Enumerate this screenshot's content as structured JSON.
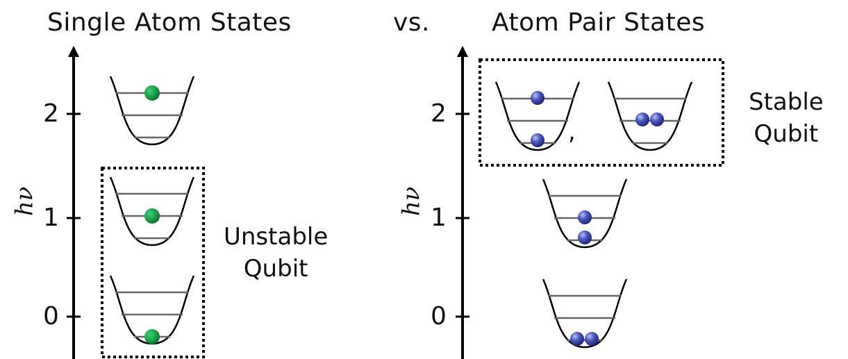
{
  "titles": {
    "left": "Single Atom States",
    "vs": "vs.",
    "right": "Atom Pair States"
  },
  "axis": {
    "label": "hν",
    "ticks": [
      "0",
      "1",
      "2"
    ]
  },
  "annotations": {
    "unstable_line1": "Unstable",
    "unstable_line2": "Qubit",
    "stable_line1": "Stable",
    "stable_line2": "Qubit",
    "comma": ","
  },
  "colors": {
    "single_atom": "#1a9e48",
    "pair_atom": "#3b45a8",
    "level_line": "#666666",
    "axis": "#000000"
  },
  "states": {
    "single": [
      {
        "energy": 2,
        "occupied_levels": [
          2
        ]
      },
      {
        "energy": 1,
        "occupied_levels": [
          1
        ]
      },
      {
        "energy": 0,
        "occupied_levels": [
          0
        ]
      }
    ],
    "pair": [
      {
        "energy": 2,
        "occupied_levels": [
          0,
          2
        ]
      },
      {
        "energy": 2,
        "occupied_levels": [
          1,
          1
        ]
      },
      {
        "energy": 1,
        "occupied_levels": [
          0,
          1
        ]
      },
      {
        "energy": 0,
        "occupied_levels": [
          0,
          0
        ]
      }
    ]
  }
}
